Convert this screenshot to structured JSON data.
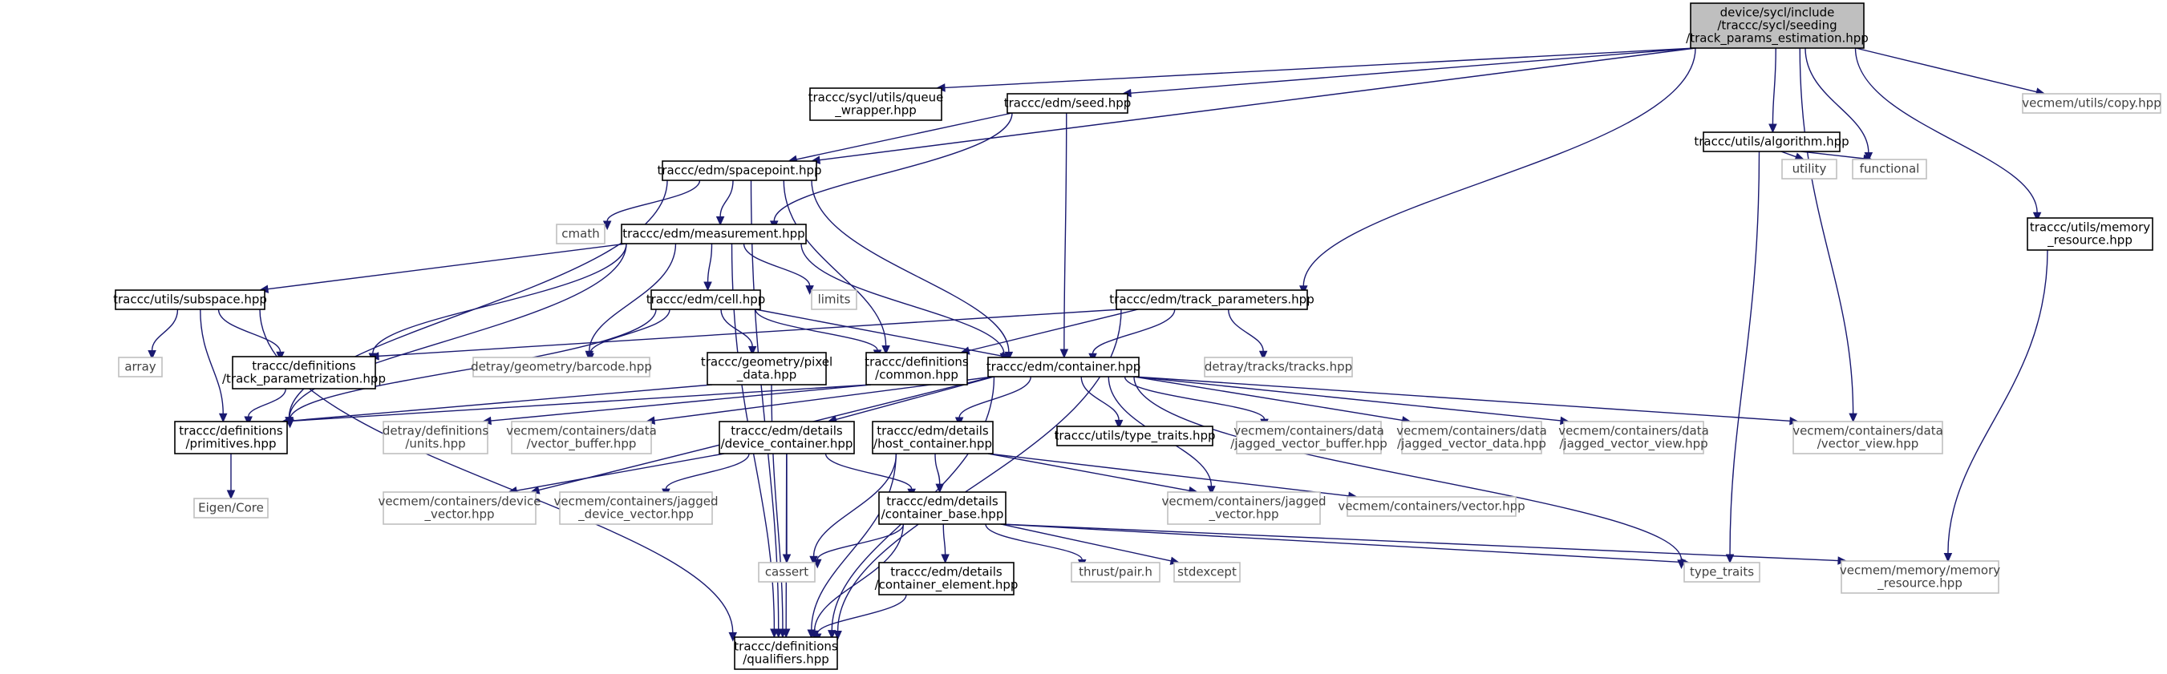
{
  "graph": {
    "nodes": [
      {
        "id": "root",
        "kind": "root",
        "lines": [
          "device/sycl/include",
          "/traccc/sycl/seeding",
          "/track_params_estimation.hpp"
        ]
      },
      {
        "id": "queue_wrapper",
        "kind": "local",
        "lines": [
          "traccc/sycl/utils/queue",
          "_wrapper.hpp"
        ]
      },
      {
        "id": "seed",
        "kind": "local",
        "lines": [
          "traccc/edm/seed.hpp"
        ]
      },
      {
        "id": "algorithm",
        "kind": "local",
        "lines": [
          "traccc/utils/algorithm.hpp"
        ]
      },
      {
        "id": "vecmem_copy",
        "kind": "system",
        "lines": [
          "vecmem/utils/copy.hpp"
        ]
      },
      {
        "id": "utility",
        "kind": "system",
        "lines": [
          "utility"
        ]
      },
      {
        "id": "functional",
        "kind": "system",
        "lines": [
          "functional"
        ]
      },
      {
        "id": "spacepoint",
        "kind": "local",
        "lines": [
          "traccc/edm/spacepoint.hpp"
        ]
      },
      {
        "id": "cmath",
        "kind": "system",
        "lines": [
          "cmath"
        ]
      },
      {
        "id": "measurement",
        "kind": "local",
        "lines": [
          "traccc/edm/measurement.hpp"
        ]
      },
      {
        "id": "memory_resource_local",
        "kind": "local",
        "lines": [
          "traccc/utils/memory",
          "_resource.hpp"
        ]
      },
      {
        "id": "subspace",
        "kind": "local",
        "lines": [
          "traccc/utils/subspace.hpp"
        ]
      },
      {
        "id": "cell",
        "kind": "local",
        "lines": [
          "traccc/edm/cell.hpp"
        ]
      },
      {
        "id": "limits",
        "kind": "system",
        "lines": [
          "limits"
        ]
      },
      {
        "id": "track_parameters",
        "kind": "local",
        "lines": [
          "traccc/edm/track_parameters.hpp"
        ]
      },
      {
        "id": "array",
        "kind": "system",
        "lines": [
          "array"
        ]
      },
      {
        "id": "track_parametrization",
        "kind": "local",
        "lines": [
          "traccc/definitions",
          "/track_parametrization.hpp"
        ]
      },
      {
        "id": "barcode",
        "kind": "system",
        "lines": [
          "detray/geometry/barcode.hpp"
        ]
      },
      {
        "id": "pixel_data",
        "kind": "local",
        "lines": [
          "traccc/geometry/pixel",
          "_data.hpp"
        ]
      },
      {
        "id": "common",
        "kind": "local",
        "lines": [
          "traccc/definitions",
          "/common.hpp"
        ]
      },
      {
        "id": "container",
        "kind": "local",
        "lines": [
          "traccc/edm/container.hpp"
        ]
      },
      {
        "id": "tracks",
        "kind": "system",
        "lines": [
          "detray/tracks/tracks.hpp"
        ]
      },
      {
        "id": "primitives",
        "kind": "local",
        "lines": [
          "traccc/definitions",
          "/primitives.hpp"
        ]
      },
      {
        "id": "units",
        "kind": "system",
        "lines": [
          "detray/definitions",
          "/units.hpp"
        ]
      },
      {
        "id": "vector_buffer",
        "kind": "system",
        "lines": [
          "vecmem/containers/data",
          "/vector_buffer.hpp"
        ]
      },
      {
        "id": "device_container",
        "kind": "local",
        "lines": [
          "traccc/edm/details",
          "/device_container.hpp"
        ]
      },
      {
        "id": "host_container",
        "kind": "local",
        "lines": [
          "traccc/edm/details",
          "/host_container.hpp"
        ]
      },
      {
        "id": "type_traits_local",
        "kind": "local",
        "lines": [
          "traccc/utils/type_traits.hpp"
        ]
      },
      {
        "id": "jv_buffer",
        "kind": "system",
        "lines": [
          "vecmem/containers/data",
          "/jagged_vector_buffer.hpp"
        ]
      },
      {
        "id": "jv_data",
        "kind": "system",
        "lines": [
          "vecmem/containers/data",
          "/jagged_vector_data.hpp"
        ]
      },
      {
        "id": "jv_view",
        "kind": "system",
        "lines": [
          "vecmem/containers/data",
          "/jagged_vector_view.hpp"
        ]
      },
      {
        "id": "vector_view",
        "kind": "system",
        "lines": [
          "vecmem/containers/data",
          "/vector_view.hpp"
        ]
      },
      {
        "id": "eigen",
        "kind": "system",
        "lines": [
          "Eigen/Core"
        ]
      },
      {
        "id": "device_vector",
        "kind": "system",
        "lines": [
          "vecmem/containers/device",
          "_vector.hpp"
        ]
      },
      {
        "id": "jagged_device_vector",
        "kind": "system",
        "lines": [
          "vecmem/containers/jagged",
          "_device_vector.hpp"
        ]
      },
      {
        "id": "container_base",
        "kind": "local",
        "lines": [
          "traccc/edm/details",
          "/container_base.hpp"
        ]
      },
      {
        "id": "jagged_vector",
        "kind": "system",
        "lines": [
          "vecmem/containers/jagged",
          "_vector.hpp"
        ]
      },
      {
        "id": "vecmem_vector",
        "kind": "system",
        "lines": [
          "vecmem/containers/vector.hpp"
        ]
      },
      {
        "id": "cassert",
        "kind": "system",
        "lines": [
          "cassert"
        ]
      },
      {
        "id": "container_element",
        "kind": "local",
        "lines": [
          "traccc/edm/details",
          "/container_element.hpp"
        ]
      },
      {
        "id": "thrust_pair",
        "kind": "system",
        "lines": [
          "thrust/pair.h"
        ]
      },
      {
        "id": "stdexcept",
        "kind": "system",
        "lines": [
          "stdexcept"
        ]
      },
      {
        "id": "type_traits",
        "kind": "system",
        "lines": [
          "type_traits"
        ]
      },
      {
        "id": "vm_memory_resource",
        "kind": "system",
        "lines": [
          "vecmem/memory/memory",
          "_resource.hpp"
        ]
      },
      {
        "id": "qualifiers",
        "kind": "local",
        "lines": [
          "traccc/definitions",
          "/qualifiers.hpp"
        ]
      }
    ],
    "edges": [
      [
        "root",
        "queue_wrapper"
      ],
      [
        "root",
        "seed"
      ],
      [
        "root",
        "algorithm"
      ],
      [
        "root",
        "vecmem_copy"
      ],
      [
        "root",
        "spacepoint"
      ],
      [
        "root",
        "track_parameters"
      ],
      [
        "root",
        "functional"
      ],
      [
        "root",
        "memory_resource_local"
      ],
      [
        "root",
        "vector_view"
      ],
      [
        "algorithm",
        "utility"
      ],
      [
        "algorithm",
        "functional"
      ],
      [
        "algorithm",
        "type_traits"
      ],
      [
        "seed",
        "spacepoint"
      ],
      [
        "seed",
        "measurement"
      ],
      [
        "seed",
        "container"
      ],
      [
        "spacepoint",
        "cmath"
      ],
      [
        "spacepoint",
        "measurement"
      ],
      [
        "spacepoint",
        "primitives"
      ],
      [
        "spacepoint",
        "common"
      ],
      [
        "spacepoint",
        "container"
      ],
      [
        "spacepoint",
        "qualifiers"
      ],
      [
        "memory_resource_local",
        "vm_memory_resource"
      ],
      [
        "measurement",
        "limits"
      ],
      [
        "measurement",
        "subspace"
      ],
      [
        "measurement",
        "cell"
      ],
      [
        "measurement",
        "track_parametrization"
      ],
      [
        "measurement",
        "barcode"
      ],
      [
        "measurement",
        "container"
      ],
      [
        "measurement",
        "primitives"
      ],
      [
        "measurement",
        "qualifiers"
      ],
      [
        "subspace",
        "array"
      ],
      [
        "subspace",
        "track_parametrization"
      ],
      [
        "subspace",
        "primitives"
      ],
      [
        "subspace",
        "qualifiers"
      ],
      [
        "cell",
        "barcode"
      ],
      [
        "cell",
        "pixel_data"
      ],
      [
        "cell",
        "common"
      ],
      [
        "cell",
        "container"
      ],
      [
        "cell",
        "primitives"
      ],
      [
        "track_parameters",
        "track_parametrization"
      ],
      [
        "track_parameters",
        "tracks"
      ],
      [
        "track_parameters",
        "container"
      ],
      [
        "track_parameters",
        "common"
      ],
      [
        "track_parameters",
        "qualifiers"
      ],
      [
        "track_parametrization",
        "primitives"
      ],
      [
        "pixel_data",
        "primitives"
      ],
      [
        "pixel_data",
        "qualifiers"
      ],
      [
        "common",
        "units"
      ],
      [
        "common",
        "primitives"
      ],
      [
        "container",
        "vector_buffer"
      ],
      [
        "container",
        "device_container"
      ],
      [
        "container",
        "host_container"
      ],
      [
        "container",
        "type_traits_local"
      ],
      [
        "container",
        "jv_buffer"
      ],
      [
        "container",
        "jv_data"
      ],
      [
        "container",
        "jv_view"
      ],
      [
        "container",
        "vector_view"
      ],
      [
        "container",
        "device_vector"
      ],
      [
        "container",
        "jagged_vector"
      ],
      [
        "container",
        "type_traits"
      ],
      [
        "container",
        "qualifiers"
      ],
      [
        "primitives",
        "eigen"
      ],
      [
        "device_container",
        "device_vector"
      ],
      [
        "device_container",
        "jagged_device_vector"
      ],
      [
        "device_container",
        "container_base"
      ],
      [
        "device_container",
        "cassert"
      ],
      [
        "device_container",
        "qualifiers"
      ],
      [
        "host_container",
        "container_base"
      ],
      [
        "host_container",
        "jagged_vector"
      ],
      [
        "host_container",
        "vecmem_vector"
      ],
      [
        "host_container",
        "cassert"
      ],
      [
        "host_container",
        "qualifiers"
      ],
      [
        "container_base",
        "container_element"
      ],
      [
        "container_base",
        "thrust_pair"
      ],
      [
        "container_base",
        "stdexcept"
      ],
      [
        "container_base",
        "type_traits"
      ],
      [
        "container_base",
        "cassert"
      ],
      [
        "container_base",
        "vm_memory_resource"
      ],
      [
        "container_base",
        "qualifiers"
      ],
      [
        "container_element",
        "qualifiers"
      ]
    ]
  }
}
